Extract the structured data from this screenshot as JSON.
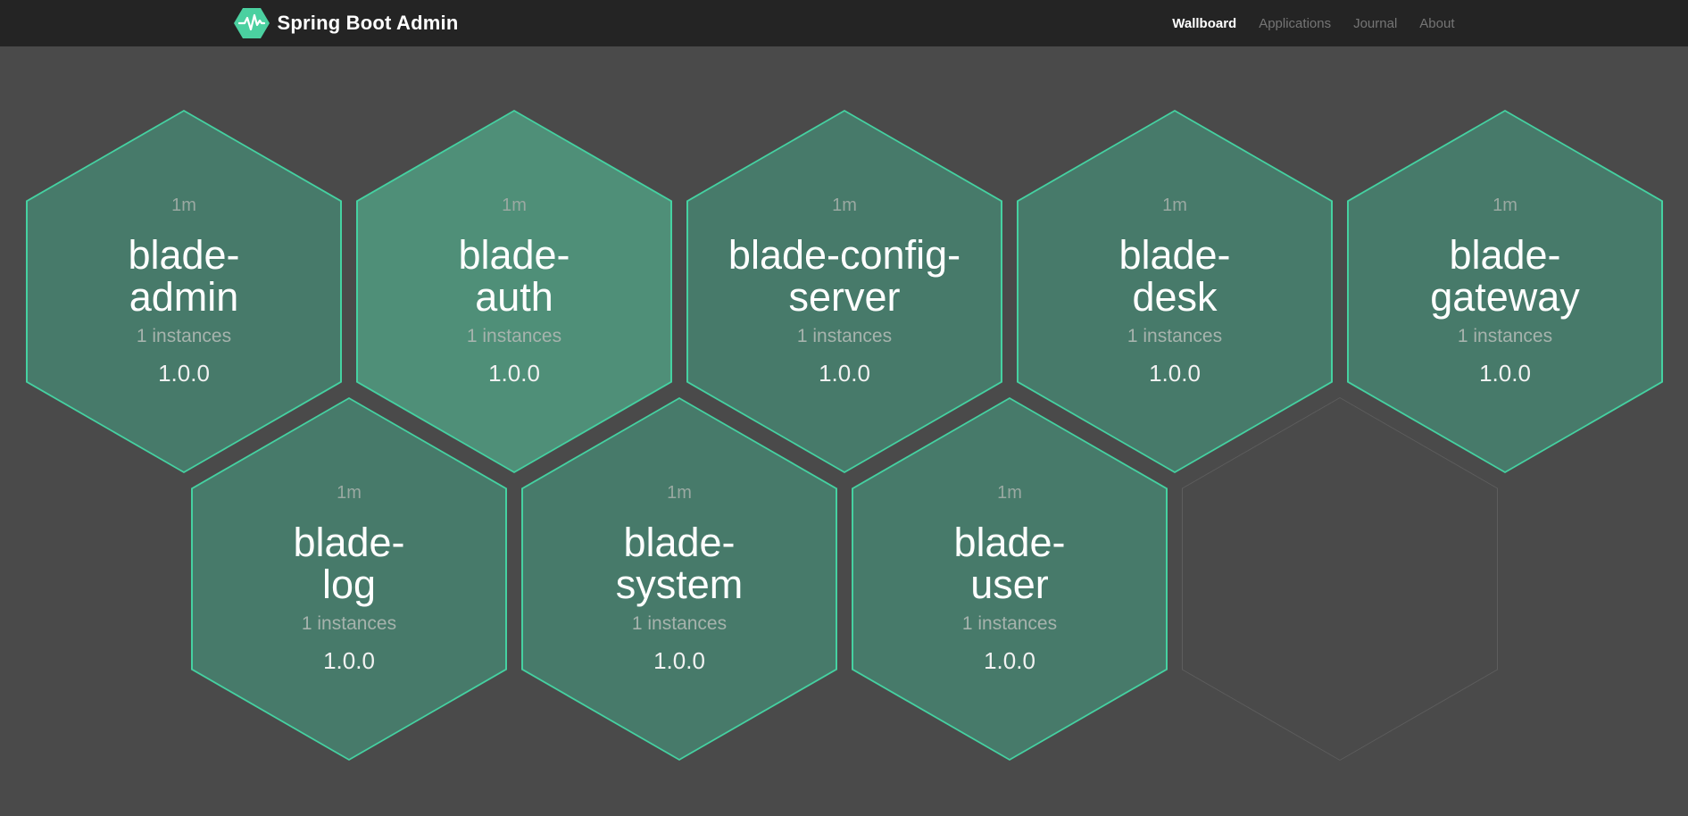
{
  "navbar": {
    "brand": "Spring Boot Admin",
    "logo_icon": "hexagon-pulse-icon",
    "items": [
      {
        "label": "Wallboard",
        "active": true
      },
      {
        "label": "Applications",
        "active": false
      },
      {
        "label": "Journal",
        "active": false
      },
      {
        "label": "About",
        "active": false
      }
    ]
  },
  "wallboard": {
    "applications": [
      {
        "name": "blade-admin",
        "name_lines": [
          "blade-",
          "admin"
        ],
        "uptime": "1m",
        "instances": "1 instances",
        "version": "1.0.0",
        "status": "up",
        "highlighted": false,
        "row": 0,
        "col": 0
      },
      {
        "name": "blade-auth",
        "name_lines": [
          "blade-",
          "auth"
        ],
        "uptime": "1m",
        "instances": "1 instances",
        "version": "1.0.0",
        "status": "up",
        "highlighted": true,
        "row": 0,
        "col": 1
      },
      {
        "name": "blade-config-server",
        "name_lines": [
          "blade-config-",
          "server"
        ],
        "uptime": "1m",
        "instances": "1 instances",
        "version": "1.0.0",
        "status": "up",
        "highlighted": false,
        "row": 0,
        "col": 2
      },
      {
        "name": "blade-desk",
        "name_lines": [
          "blade-",
          "desk"
        ],
        "uptime": "1m",
        "instances": "1 instances",
        "version": "1.0.0",
        "status": "up",
        "highlighted": false,
        "row": 0,
        "col": 3
      },
      {
        "name": "blade-gateway",
        "name_lines": [
          "blade-",
          "gateway"
        ],
        "uptime": "1m",
        "instances": "1 instances",
        "version": "1.0.0",
        "status": "up",
        "highlighted": false,
        "row": 0,
        "col": 4
      },
      {
        "name": "blade-log",
        "name_lines": [
          "blade-",
          "log"
        ],
        "uptime": "1m",
        "instances": "1 instances",
        "version": "1.0.0",
        "status": "up",
        "highlighted": false,
        "row": 1,
        "col": 0
      },
      {
        "name": "blade-system",
        "name_lines": [
          "blade-",
          "system"
        ],
        "uptime": "1m",
        "instances": "1 instances",
        "version": "1.0.0",
        "status": "up",
        "highlighted": false,
        "row": 1,
        "col": 1
      },
      {
        "name": "blade-user",
        "name_lines": [
          "blade-",
          "user"
        ],
        "uptime": "1m",
        "instances": "1 instances",
        "version": "1.0.0",
        "status": "up",
        "highlighted": false,
        "row": 1,
        "col": 2
      }
    ],
    "empty_cells": [
      {
        "row": 1,
        "col": 3
      }
    ]
  },
  "colors": {
    "background": "#4a4a4a",
    "navbar_background": "#242424",
    "accent_border": "#45d1a1",
    "hexagon_fill": "#477a6a",
    "hexagon_fill_highlight": "#4f8f78",
    "empty_hexagon_border": "#5d5d5d",
    "logo_green": "#4bd0a0",
    "text_primary": "#ffffff",
    "text_muted": "#a6b3ad",
    "nav_inactive": "#757575"
  }
}
